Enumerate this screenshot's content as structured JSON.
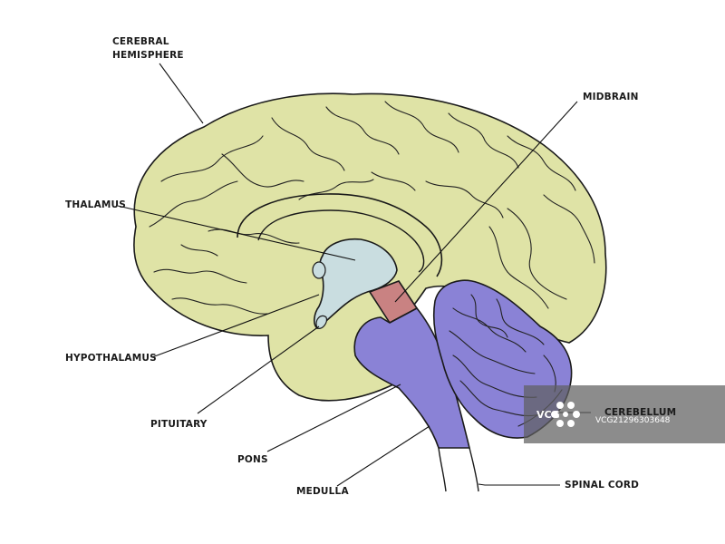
{
  "labels": {
    "cerebral_hemisphere_line1": "CEREBRAL",
    "cerebral_hemisphere_line2": "HEMISPHERE",
    "midbrain": "MIDBRAIN",
    "thalamus": "THALAMUS",
    "hypothalamus": "HYPOTHALAMUS",
    "pituitary": "PITUITARY",
    "pons": "PONS",
    "medulla": "MEDULLA",
    "spinal_cord": "SPINAL CORD",
    "cerebellum": "CEREBELLUM"
  },
  "watermark": {
    "logo": "VCG",
    "code": "VCG21296303648"
  },
  "colors": {
    "cerebrum": "#dfe3a6",
    "thalamus": "#c9dde0",
    "midbrain": "#c98282",
    "brainstem_cerebellum": "#8a82d6",
    "outline": "#1a1a1a",
    "watermark_bg": "#5f5f5f"
  }
}
